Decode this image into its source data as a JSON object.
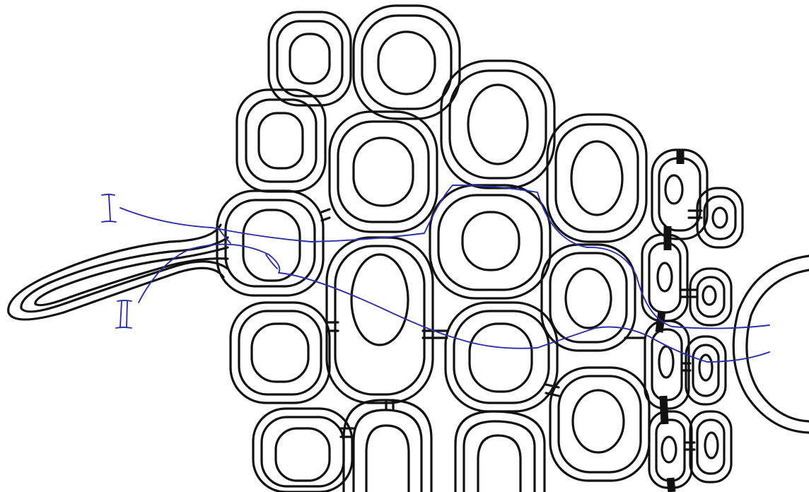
{
  "labels": {
    "path_one": "I",
    "path_two": "II"
  },
  "colors": {
    "ink": "#111111",
    "path_lines": "#2b2fa8",
    "background": "#ffffff"
  },
  "icons": [
    "cross-section-diagram"
  ]
}
